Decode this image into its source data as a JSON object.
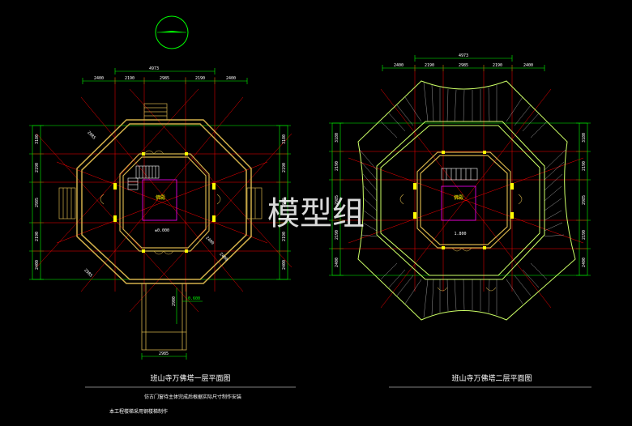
{
  "colors": {
    "background": "#000000",
    "wall": "#d2b04a",
    "axis": "#ff0000",
    "dimension": "#00ff00",
    "column": "#ffff00",
    "eave": "#ccff66",
    "text": "#ffffff",
    "stair": "#d2b04a"
  },
  "icons": {
    "north_arrow": "north-arrow-icon"
  },
  "plan1": {
    "title": "班山寺万佛塔一层平面图",
    "room_label": "佛殿",
    "level_label": "-0.600",
    "inner_dim_label": "±0.000",
    "top_dims": [
      "2400",
      "2190",
      "2985",
      "2190",
      "2400"
    ],
    "top_total": "4973",
    "left_dims": [
      "3180",
      "2190",
      "2985",
      "2190",
      "2400"
    ],
    "right_dims": [
      "3180",
      "2190",
      "2985",
      "2190",
      "2400"
    ],
    "diag_dims": [
      "2985",
      "2985",
      "2400",
      "2400"
    ],
    "stair_dim": "2900",
    "bottom_dim": "2985"
  },
  "plan2": {
    "title": "班山寺万佛塔二层平面图",
    "room_label": "佛殿",
    "inner_dim_label": "1.800",
    "top_dims": [
      "2400",
      "2190",
      "2985",
      "2190",
      "2400"
    ],
    "top_total": "4973",
    "left_dims": [
      "3180",
      "2190",
      "2985",
      "2190",
      "2400"
    ],
    "right_dims": [
      "3180",
      "2190",
      "2985",
      "2190",
      "2400"
    ]
  },
  "notes": [
    "仿古门窗待主体完成后根据实际尺寸制作安装",
    "本工程楼梯采用钢楼梯制作"
  ],
  "watermark": "模型组"
}
